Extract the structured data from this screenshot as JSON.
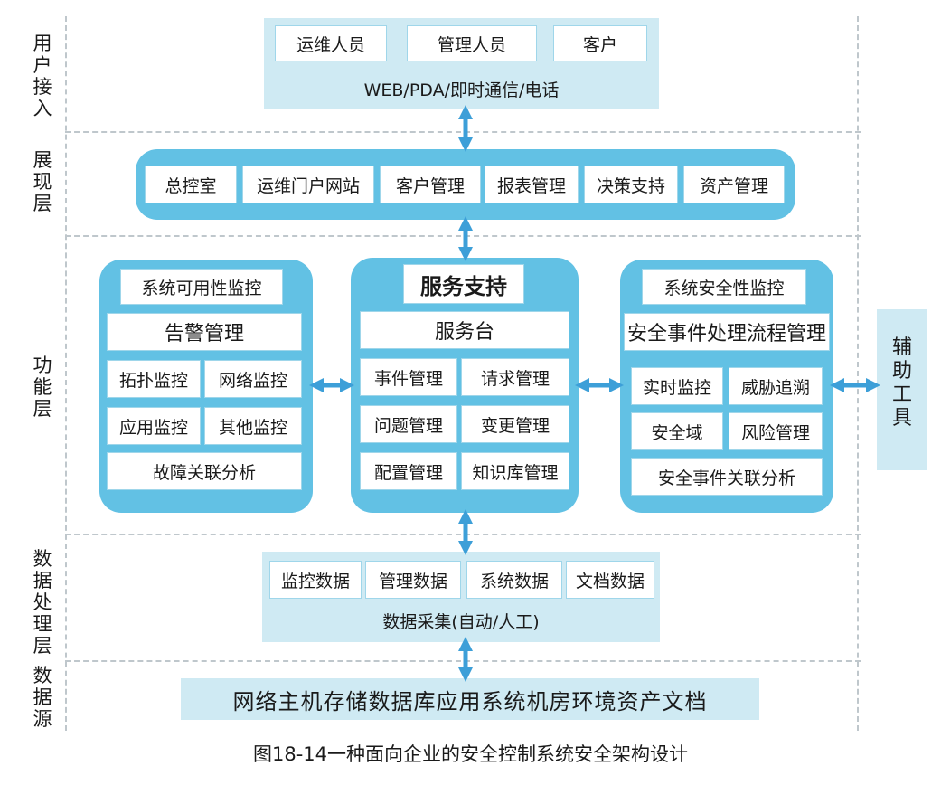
{
  "layers": {
    "user_access": "用户接入",
    "presentation": "展现层",
    "function": "功能层",
    "data_processing": "数据处理层",
    "data_source": "数据源"
  },
  "user_access": {
    "roles": [
      "运维人员",
      "管理人员",
      "客户"
    ],
    "channels": "WEB/PDA/即时通信/电话"
  },
  "presentation": {
    "items": [
      "总控室",
      "运维门户网站",
      "客户管理",
      "报表管理",
      "决策支持",
      "资产管理"
    ]
  },
  "availability": {
    "title": "系统可用性监控",
    "alarm": "告警管理",
    "grid": [
      "拓扑监控",
      "网络监控",
      "应用监控",
      "其他监控"
    ],
    "fault": "故障关联分析"
  },
  "service": {
    "title": "服务支持",
    "desk": "服务台",
    "grid": [
      "事件管理",
      "请求管理",
      "问题管理",
      "变更管理",
      "配置管理",
      "知识库管理"
    ]
  },
  "security": {
    "title": "系统安全性监控",
    "flow": "安全事件处理流程管理",
    "grid": [
      "实时监控",
      "威胁追溯",
      "安全域",
      "风险管理"
    ],
    "correlation": "安全事件关联分析"
  },
  "aux_tool": "辅助工具",
  "data_processing": {
    "items": [
      "监控数据",
      "管理数据",
      "系统数据",
      "文档数据"
    ],
    "collect": "数据采集(自动/人工)"
  },
  "data_source": "网络主机存储数据库应用系统机房环境资产文档",
  "caption": "图18-14一种面向企业的安全控制系统安全架构设计",
  "colors": {
    "pale_blue": "#cfeaf3",
    "mid_blue": "#62c1e4",
    "arrow_blue": "#3d9fd8"
  }
}
